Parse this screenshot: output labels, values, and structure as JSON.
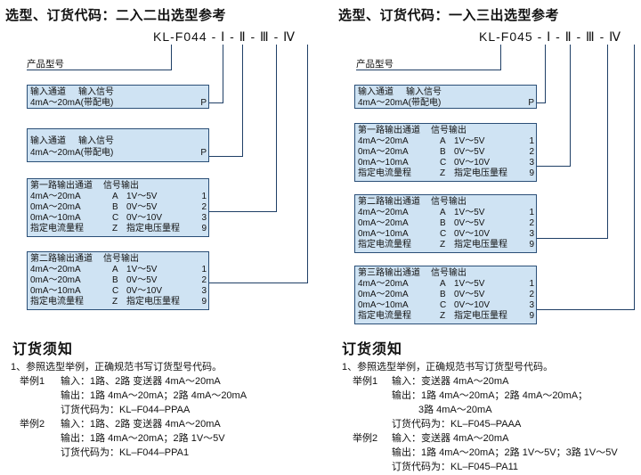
{
  "left": {
    "title": "选型、订货代码：二入二出选型参考",
    "code": "KL-F044 - Ⅰ - Ⅱ -  Ⅲ -  Ⅳ",
    "product_label": "产品型号",
    "box1": {
      "h1": "输入通道",
      "h2": "输入信号",
      "r1a": "4mA～20mA(带配电)",
      "r1c": "P"
    },
    "box2": {
      "h1": "输入通道",
      "h2": "输入信号",
      "r1a": "4mA～20mA(带配电)",
      "r1c": "P"
    },
    "box3": {
      "h1": "第一路输出通道",
      "h2": "信号输出",
      "rows": [
        {
          "a": "4mA～20mA",
          "b": "A",
          "c": "1V～5V",
          "d": "1"
        },
        {
          "a": "0mA～20mA",
          "b": "B",
          "c": "0V～5V",
          "d": "2"
        },
        {
          "a": "0mA～10mA",
          "b": "C",
          "c": "0V～10V",
          "d": "3"
        },
        {
          "a": "指定电流量程",
          "b": "Z",
          "c": "指定电压量程",
          "d": "9"
        }
      ]
    },
    "box4": {
      "h1": "第二路输出通道",
      "h2": "信号输出",
      "rows": [
        {
          "a": "4mA～20mA",
          "b": "A",
          "c": "1V～5V",
          "d": "1"
        },
        {
          "a": "0mA～20mA",
          "b": "B",
          "c": "0V～5V",
          "d": "2"
        },
        {
          "a": "0mA～10mA",
          "b": "C",
          "c": "0V～10V",
          "d": "3"
        },
        {
          "a": "指定电流量程",
          "b": "Z",
          "c": "指定电压量程",
          "d": "9"
        }
      ]
    },
    "order": {
      "title": "订货须知",
      "note": "1、参照选型举例，正确规范书写订货型号代码。",
      "ex1_label": "举例1",
      "ex1_l1": "输入：1路、2路  变送器 4mA～20mA",
      "ex1_l2": "输出：1路 4mA～20mA；2路 4mA～20mA",
      "ex1_l3": "订货代码为：KL–F044–PPAA",
      "ex2_label": "举例2",
      "ex2_l1": "输入：1路、2路  变送器 4mA～20mA",
      "ex2_l2": "输出：1路 4mA～20mA；2路 1V～5V",
      "ex2_l3": "订货代码为：KL–F044–PPA1"
    }
  },
  "right": {
    "title": "选型、订货代码：一入三出选型参考",
    "code": "KL-F045 -  Ⅰ - Ⅱ -  Ⅲ - Ⅳ",
    "product_label": "产品型号",
    "box1": {
      "h1": "输入通道",
      "h2": "输入信号",
      "r1a": "4mA～20mA(带配电)",
      "r1c": "P"
    },
    "box2": {
      "h1": "第一路输出通道",
      "h2": "信号输出",
      "rows": [
        {
          "a": "4mA～20mA",
          "b": "A",
          "c": "1V～5V",
          "d": "1"
        },
        {
          "a": "0mA～20mA",
          "b": "B",
          "c": "0V～5V",
          "d": "2"
        },
        {
          "a": "0mA～10mA",
          "b": "C",
          "c": "0V～10V",
          "d": "3"
        },
        {
          "a": "指定电流量程",
          "b": "Z",
          "c": "指定电压量程",
          "d": "9"
        }
      ]
    },
    "box3": {
      "h1": "第二路输出通道",
      "h2": "信号输出",
      "rows": [
        {
          "a": "4mA～20mA",
          "b": "A",
          "c": "1V～5V",
          "d": "1"
        },
        {
          "a": "0mA～20mA",
          "b": "B",
          "c": "0V～5V",
          "d": "2"
        },
        {
          "a": "0mA～10mA",
          "b": "C",
          "c": "0V～10V",
          "d": "3"
        },
        {
          "a": "指定电流量程",
          "b": "Z",
          "c": "指定电压量程",
          "d": "9"
        }
      ]
    },
    "box4": {
      "h1": "第三路输出通道",
      "h2": "信号输出",
      "rows": [
        {
          "a": "4mA～20mA",
          "b": "A",
          "c": "1V～5V",
          "d": "1"
        },
        {
          "a": "0mA～20mA",
          "b": "B",
          "c": "0V～5V",
          "d": "2"
        },
        {
          "a": "0mA～10mA",
          "b": "C",
          "c": "0V～10V",
          "d": "3"
        },
        {
          "a": "指定电流量程",
          "b": "Z",
          "c": "指定电压量程",
          "d": "9"
        }
      ]
    },
    "order": {
      "title": "订货须知",
      "note": "1、参照选型举例，正确规范书写订货型号代码。",
      "ex1_label": "举例1",
      "ex1_l1": "输入：变送器 4mA～20mA",
      "ex1_l2": "输出：1路 4mA～20mA；2路 4mA～20mA；",
      "ex1_l3": "3路 4mA～20mA",
      "ex1_l4": "订货代码为：KL–F045–PAAA",
      "ex2_label": "举例2",
      "ex2_l1": "输入：变送器 4mA～20mA",
      "ex2_l2": "输出：1路 4mA～20mA；2路 1V～5V；3路 1V～5V",
      "ex2_l3": "订货代码为：KL–F045–PA11"
    }
  },
  "colors": {
    "box_fill": "#cfe3f3",
    "box_border": "#2b4f77",
    "line": "#1f3f66"
  }
}
